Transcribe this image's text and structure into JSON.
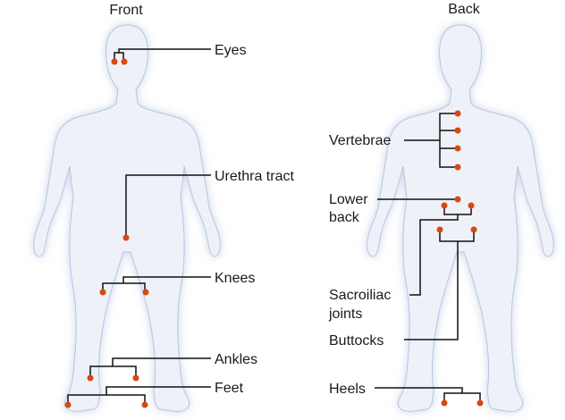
{
  "titles": {
    "front": "Front",
    "back": "Back"
  },
  "front_labels": {
    "eyes": "Eyes",
    "urethra": "Urethra tract",
    "knees": "Knees",
    "ankles": "Ankles",
    "feet": "Feet"
  },
  "back_labels": {
    "vertebrae": "Vertebrae",
    "lower_back_1": "Lower",
    "lower_back_2": "back",
    "sacroiliac_1": "Sacroiliac",
    "sacroiliac_2": "joints",
    "buttocks": "Buttocks",
    "heels": "Heels"
  },
  "colors": {
    "marker": "#d9480f",
    "body_fill": "#eef1f8",
    "body_outline": "#b9c5e0",
    "leader": "#111111"
  }
}
